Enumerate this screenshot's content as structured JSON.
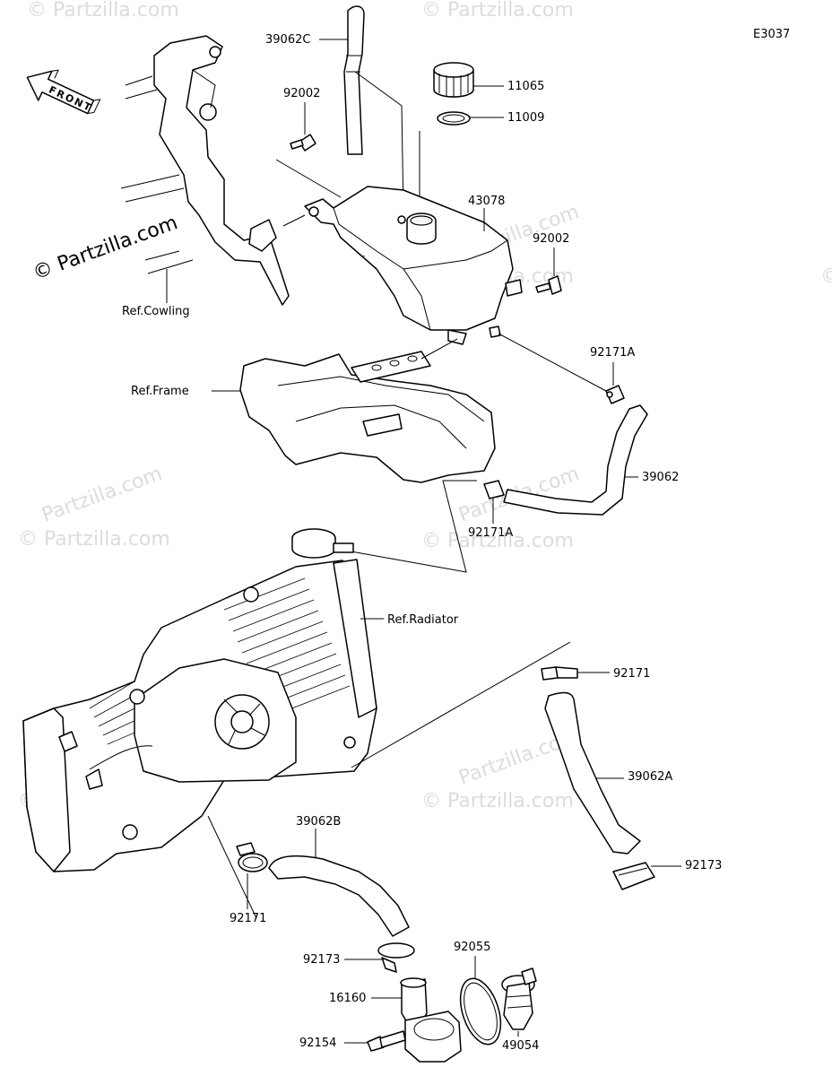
{
  "diagram_code": "E3037",
  "watermark": {
    "text": "© Partzilla.com",
    "light_text": "Partzilla.com"
  },
  "front_arrow": {
    "label": "FRONT"
  },
  "references": {
    "cowling": "Ref.Cowling",
    "frame": "Ref.Frame",
    "radiator": "Ref.Radiator"
  },
  "parts": [
    {
      "id": "p39062C",
      "number": "39062C"
    },
    {
      "id": "p11065",
      "number": "11065"
    },
    {
      "id": "p11009",
      "number": "11009"
    },
    {
      "id": "p92002a",
      "number": "92002"
    },
    {
      "id": "p43078",
      "number": "43078"
    },
    {
      "id": "p92002b",
      "number": "92002"
    },
    {
      "id": "p92171Aa",
      "number": "92171A"
    },
    {
      "id": "p39062",
      "number": "39062"
    },
    {
      "id": "p92171Ab",
      "number": "92171A"
    },
    {
      "id": "p92171a",
      "number": "92171"
    },
    {
      "id": "p39062A",
      "number": "39062A"
    },
    {
      "id": "p92173a",
      "number": "92173"
    },
    {
      "id": "p39062B",
      "number": "39062B"
    },
    {
      "id": "p92171b",
      "number": "92171"
    },
    {
      "id": "p92173b",
      "number": "92173"
    },
    {
      "id": "p92055",
      "number": "92055"
    },
    {
      "id": "p16160",
      "number": "16160"
    },
    {
      "id": "p49054",
      "number": "49054"
    },
    {
      "id": "p92154",
      "number": "92154"
    }
  ]
}
